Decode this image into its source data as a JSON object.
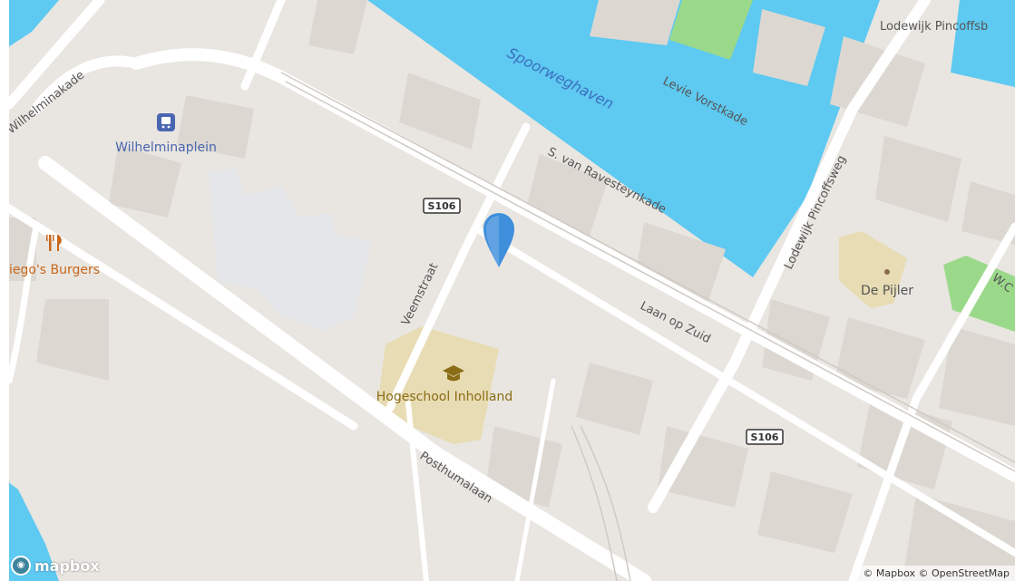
{
  "colors": {
    "land": "#e9e6e1",
    "water": "#5ec9f1",
    "park": "#9bd98a",
    "building": "#dcd8d1",
    "road": "#ffffff",
    "education_area": "#e8dcb4",
    "marker": "#3f8fdc"
  },
  "labels": {
    "wilhelminakade": "Wilhelminakade",
    "wilhelminaplein": "Wilhelminaplein",
    "spoorweghaven": "Spoorweghaven",
    "levie_vorstkade": "Levie Vorstkade",
    "lodewijk_pincoffsweg": "Lodewijk Pincoffsweg",
    "lodewijk_pincoffs_top": "Lodewijk Pincoffsb",
    "s_van_ravesteynkade": "S. van Ravesteynkade",
    "veemstraat": "Veemstraat",
    "laan_op_zuid": "Laan op Zuid",
    "posthumalaan": "Posthumalaan",
    "diegos_burgers": "iego's Burgers",
    "hogeschool": "Hogeschool Inholland",
    "de_pijler": "De Pijler",
    "w_cut": "W.C"
  },
  "shields": {
    "s106_a": "S106",
    "s106_b": "S106"
  },
  "icons": {
    "transit": "train-station-icon",
    "food": "restaurant-icon",
    "education": "graduation-cap-icon",
    "poi": "dot-icon",
    "pin": "location-pin-icon"
  },
  "logo": {
    "text": "mapbox"
  },
  "attribution": "© Mapbox © OpenStreetMap"
}
